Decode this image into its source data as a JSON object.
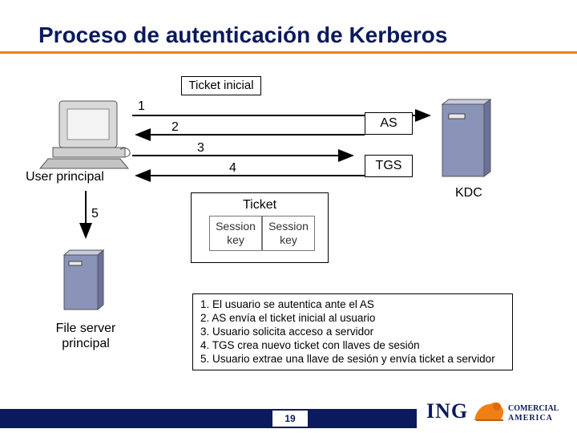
{
  "title": "Proceso de autenticación de Kerberos",
  "ticket_inicial": "Ticket inicial",
  "step_numbers": {
    "n1": "1",
    "n2": "2",
    "n3": "3",
    "n4": "4",
    "n5": "5"
  },
  "as_label": "AS",
  "tgs_label": "TGS",
  "kdc_label": "KDC",
  "user_label": "User principal",
  "file_server_label": [
    "File server",
    "principal"
  ],
  "ticket_box": {
    "title": "Ticket",
    "key1": [
      "Session",
      "key"
    ],
    "key2": [
      "Session",
      "key"
    ]
  },
  "steps": [
    "1. El usuario se autentica ante el AS",
    "2. AS envía el ticket inicial al usuario",
    "3. Usuario solicita acceso a servidor",
    "4. TGS crea nuevo ticket con llaves de sesión",
    "5. Usuario extrae una llave de sesión y envía ticket a servidor"
  ],
  "page_number": "19",
  "logo": {
    "ing": "ING",
    "line1": "COMERCIAL",
    "line2": "AMERICA"
  },
  "colors": {
    "title": "#0b1a5c",
    "accent": "#f07f16",
    "server": "#8a93b8"
  }
}
